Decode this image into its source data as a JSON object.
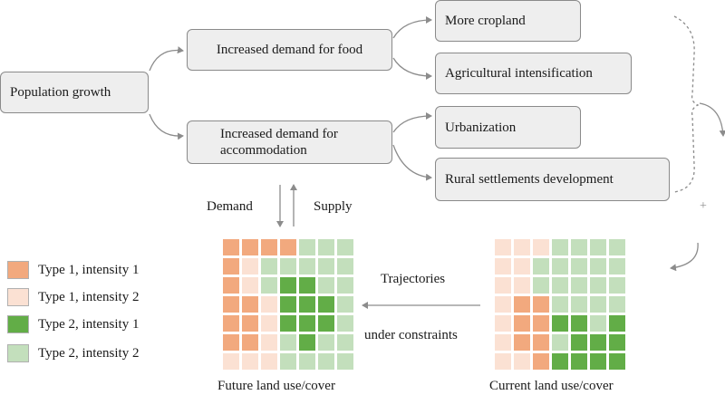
{
  "colors": {
    "t1i1": "#f2a97e",
    "t1i2": "#fbe1d3",
    "t2i1": "#62ad47",
    "t2i2": "#c3dfbc",
    "box_fill": "#eeeeee",
    "arrow": "#8c8c8c"
  },
  "boxes": {
    "population": "Population growth",
    "food": "Increased demand for food",
    "accommodation": "Increased demand for accommodation",
    "cropland": "More cropland",
    "intensification": "Agricultural intensification",
    "urbanization": "Urbanization",
    "rural": "Rural settlements development"
  },
  "labels": {
    "demand": "Demand",
    "supply": "Supply",
    "plus": "+",
    "trajectories": "Trajectories",
    "constraints": "under constraints",
    "future": "Future land use/cover",
    "current": "Current land use/cover"
  },
  "legend": [
    {
      "label": "Type 1, intensity 1",
      "color": "t1i1"
    },
    {
      "label": "Type 1, intensity 2",
      "color": "t1i2"
    },
    {
      "label": "Type 2, intensity 1",
      "color": "t2i1"
    },
    {
      "label": "Type 2, intensity 2",
      "color": "t2i2"
    }
  ],
  "future_grid": [
    [
      "t1i1",
      "t1i1",
      "t1i1",
      "t1i1",
      "t2i2",
      "t2i2",
      "t2i2"
    ],
    [
      "t1i1",
      "t1i2",
      "t2i2",
      "t2i2",
      "t2i2",
      "t2i2",
      "t2i2"
    ],
    [
      "t1i1",
      "t1i2",
      "t2i2",
      "t2i1",
      "t2i1",
      "t2i2",
      "t2i2"
    ],
    [
      "t1i1",
      "t1i1",
      "t1i2",
      "t2i1",
      "t2i1",
      "t2i1",
      "t2i2"
    ],
    [
      "t1i1",
      "t1i1",
      "t1i2",
      "t2i1",
      "t2i1",
      "t2i1",
      "t2i2"
    ],
    [
      "t1i1",
      "t1i1",
      "t1i2",
      "t2i2",
      "t2i1",
      "t2i2",
      "t2i2"
    ],
    [
      "t1i2",
      "t1i2",
      "t1i2",
      "t2i2",
      "t2i2",
      "t2i2",
      "t2i2"
    ]
  ],
  "current_grid": [
    [
      "t1i2",
      "t1i2",
      "t1i2",
      "t2i2",
      "t2i2",
      "t2i2",
      "t2i2"
    ],
    [
      "t1i2",
      "t1i2",
      "t2i2",
      "t2i2",
      "t2i2",
      "t2i2",
      "t2i2"
    ],
    [
      "t1i2",
      "t1i2",
      "t2i2",
      "t2i2",
      "t2i2",
      "t2i2",
      "t2i2"
    ],
    [
      "t1i2",
      "t1i1",
      "t1i1",
      "t2i2",
      "t2i2",
      "t2i2",
      "t2i2"
    ],
    [
      "t1i2",
      "t1i1",
      "t1i1",
      "t2i1",
      "t2i1",
      "t2i2",
      "t2i1"
    ],
    [
      "t1i2",
      "t1i1",
      "t1i1",
      "t2i2",
      "t2i1",
      "t2i1",
      "t2i1"
    ],
    [
      "t1i2",
      "t1i2",
      "t1i1",
      "t2i1",
      "t2i1",
      "t2i1",
      "t2i1"
    ]
  ]
}
